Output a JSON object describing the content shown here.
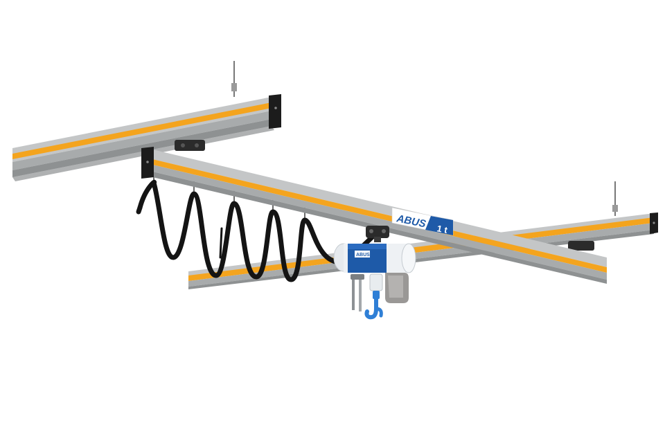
{
  "sign": {
    "brand": "ABUS",
    "capacity": "1 t"
  },
  "hoist": {
    "label": "ABUS"
  },
  "colors": {
    "rail_grey": "#b7b9ba",
    "rail_grey_dark": "#8e9192",
    "rail_stripe": "#f4a41e",
    "end_cap": "#1c1c1c",
    "brand_blue": "#1e5aa8",
    "hook_blue": "#2f7fd6",
    "hoist_white": "#eef1f4",
    "gearbox_grey": "#9a9896",
    "cable_black": "#141414",
    "background": "#ffffff"
  },
  "icons": {
    "sign": "abus-logo-sign-icon",
    "hook": "hook-icon",
    "cable": "festoon-cable-icon"
  }
}
